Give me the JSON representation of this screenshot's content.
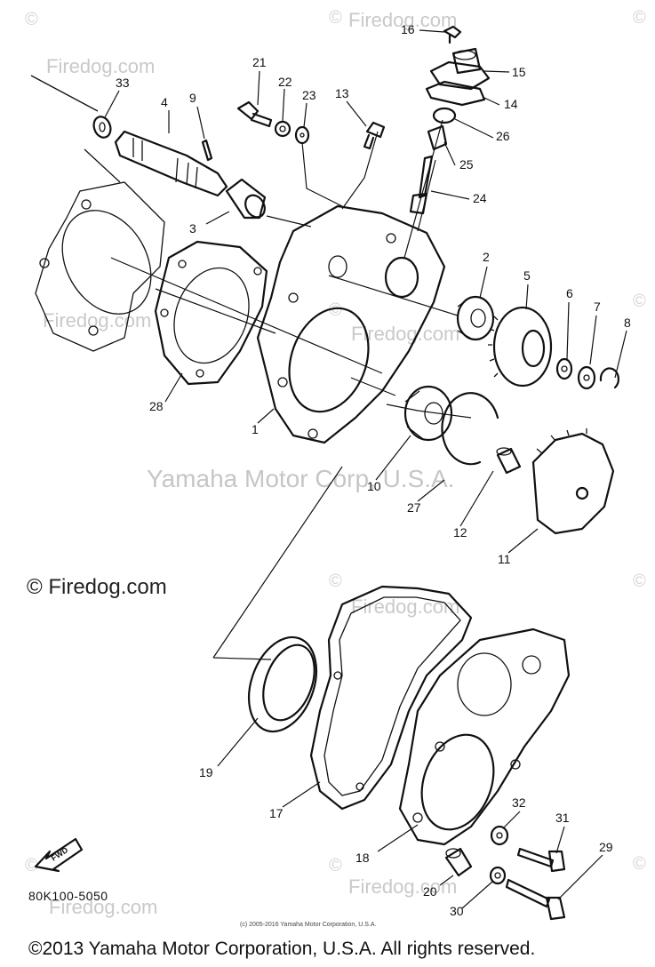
{
  "watermarks": {
    "site": "Firedog.com",
    "site_full": "© Firedog.com",
    "copyright_symbol": "©",
    "center": "Yamaha Motor Corp, U.S.A."
  },
  "footer": {
    "copyright": "©2013 Yamaha Motor Corporation, U.S.A. All rights reserved.",
    "fine_print": "(c) 2005-2016 Yamaha Motor Corporation, U.S.A."
  },
  "diagram": {
    "code": "80K100-5050",
    "fwd_label": "FWD",
    "callouts": [
      "1",
      "2",
      "3",
      "4",
      "5",
      "6",
      "7",
      "8",
      "9",
      "10",
      "11",
      "12",
      "13",
      "14",
      "15",
      "16",
      "17",
      "18",
      "19",
      "20",
      "21",
      "22",
      "23",
      "24",
      "25",
      "26",
      "27",
      "28",
      "29",
      "30",
      "31",
      "32",
      "33"
    ]
  }
}
